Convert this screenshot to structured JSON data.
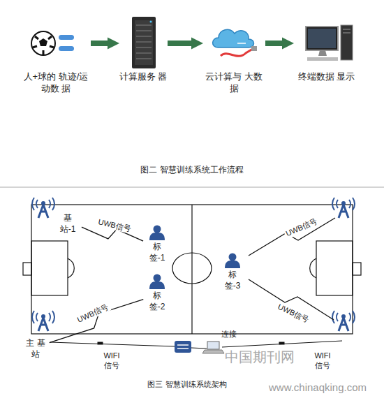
{
  "diagram": {
    "caption": "图二 智慧训练系统工作流程",
    "nodes": [
      {
        "text": [
          "人+球的 轨迹/运动数 据"
        ]
      },
      {
        "text": [
          "计算服务 器"
        ]
      },
      {
        "text": [
          "云计算与 大数据"
        ]
      },
      {
        "text": [
          "终端数据 显示"
        ]
      },
      {
        "text": [
          "基 站-1"
        ]
      },
      {
        "text": [
          "标 签-1"
        ]
      },
      {
        "text": [
          "标 签-2"
        ]
      },
      {
        "text": [
          "标 签-3"
        ]
      },
      {
        "text": [
          "主 基站"
        ]
      }
    ],
    "edges": [
      {
        "from": 0,
        "to": 1,
        "arrow": "to"
      },
      {
        "from": 1,
        "to": 2,
        "arrow": "to"
      },
      {
        "from": 2,
        "to": 3,
        "arrow": "to"
      },
      {
        "from": 4,
        "to": 5,
        "label": "UWB信号",
        "arrow": "none"
      },
      {
        "from": 8,
        "to": 6,
        "label": "UWB信号",
        "arrow": "none"
      }
    ],
    "labels": [
      "UWB信号",
      "UWB信号",
      "WIFI 信号",
      "连接",
      "WIFI 信号",
      "图三 智慧训练系统架构",
      "中国期刊网",
      "www.chinaqking.com"
    ]
  }
}
